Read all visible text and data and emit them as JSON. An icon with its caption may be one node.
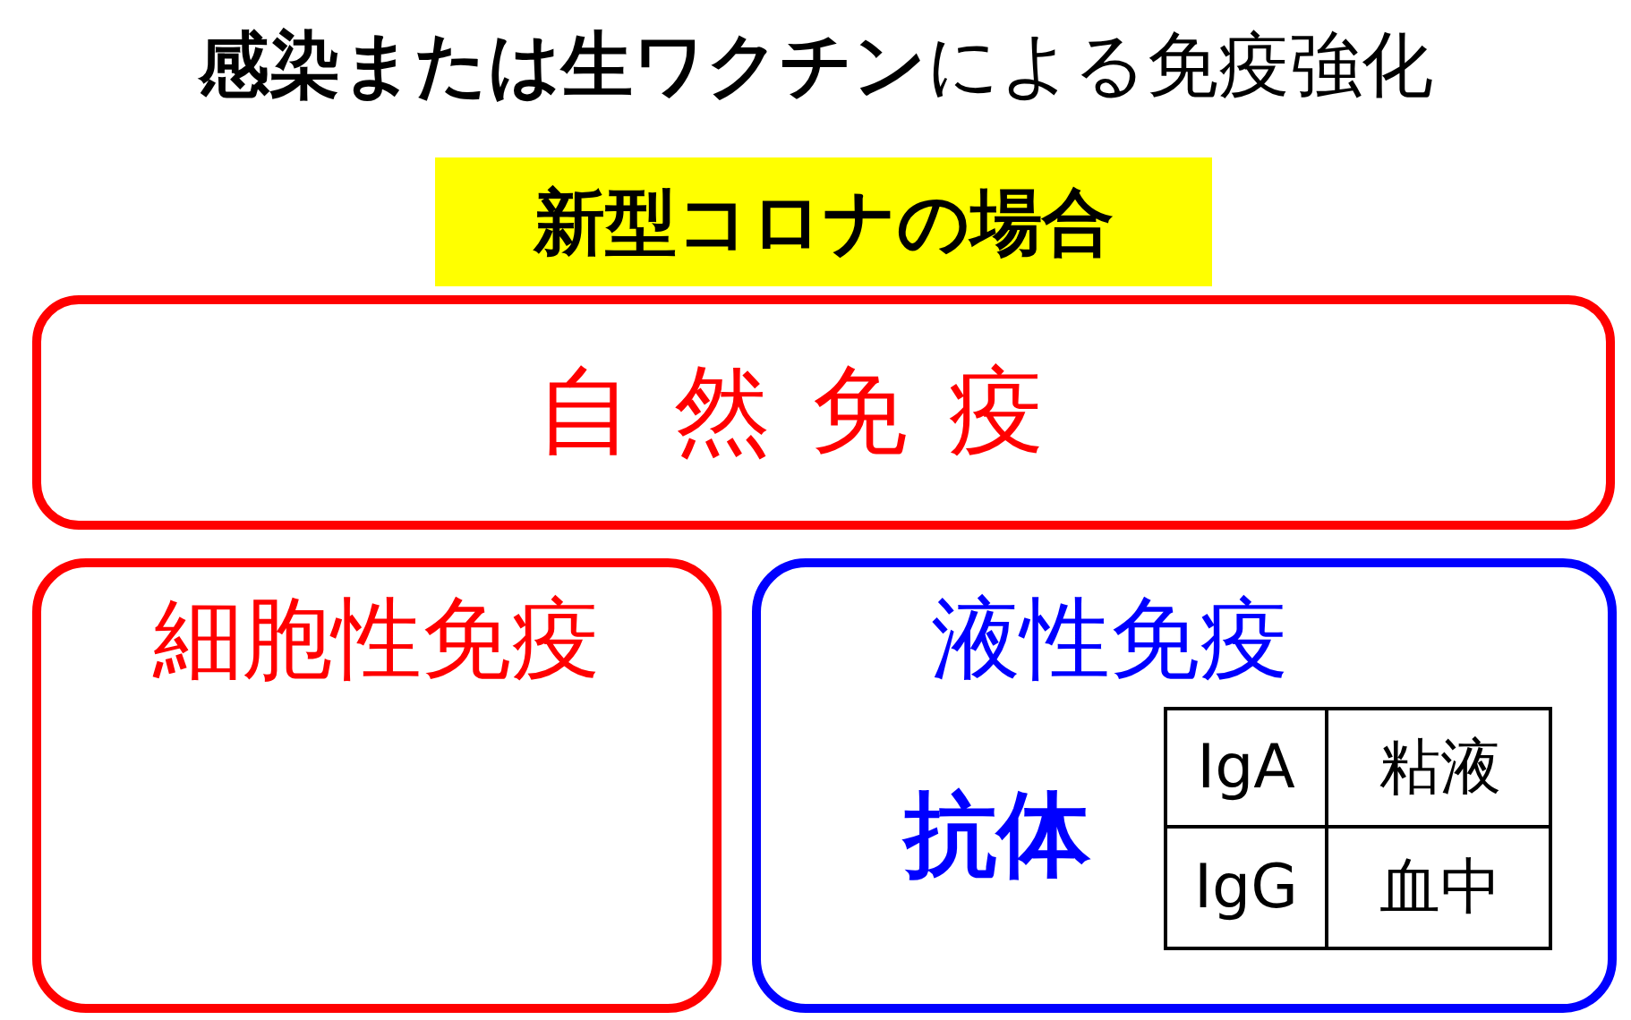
{
  "diagram": {
    "title": "**感染または生ワクチン**による免疫強化",
    "nodes": [
      {
        "text": [
          "新型コロナの場合"
        ]
      },
      {
        "text": [
          "自然免疫"
        ]
      },
      {
        "text": [
          "細胞性免疫"
        ]
      },
      {
        "text": [
          "液性免疫",
          "抗体"
        ]
      }
    ],
    "edges": [],
    "labels": [
      "IgA",
      "粘液",
      "IgG",
      "血中"
    ]
  }
}
